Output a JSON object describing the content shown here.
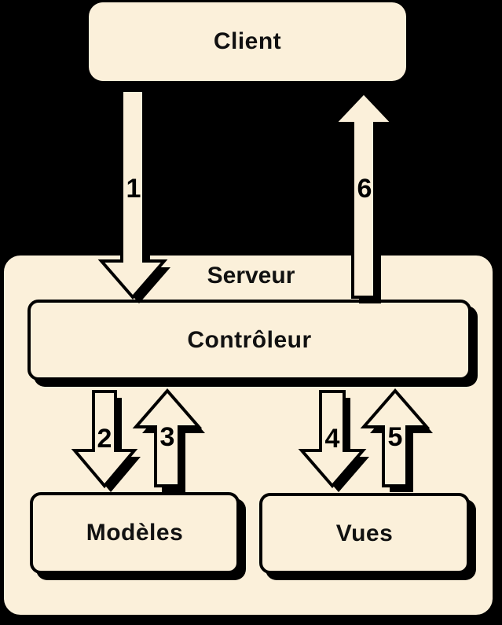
{
  "diagram": {
    "type": "architecture-flow-diagram",
    "client": {
      "label": "Client"
    },
    "server": {
      "label": "Serveur",
      "controller": {
        "label": "Contrôleur"
      },
      "models": {
        "label": "Modèles"
      },
      "views": {
        "label": "Vues"
      }
    },
    "arrows": [
      {
        "label": "1",
        "direction": "down"
      },
      {
        "label": "2",
        "direction": "down"
      },
      {
        "label": "3",
        "direction": "up"
      },
      {
        "label": "4",
        "direction": "down"
      },
      {
        "label": "5",
        "direction": "up"
      },
      {
        "label": "6",
        "direction": "up"
      }
    ],
    "colors": {
      "background": "#000000",
      "box_fill": "#FBF0DA",
      "outline": "#000000",
      "text": "#111111"
    }
  }
}
